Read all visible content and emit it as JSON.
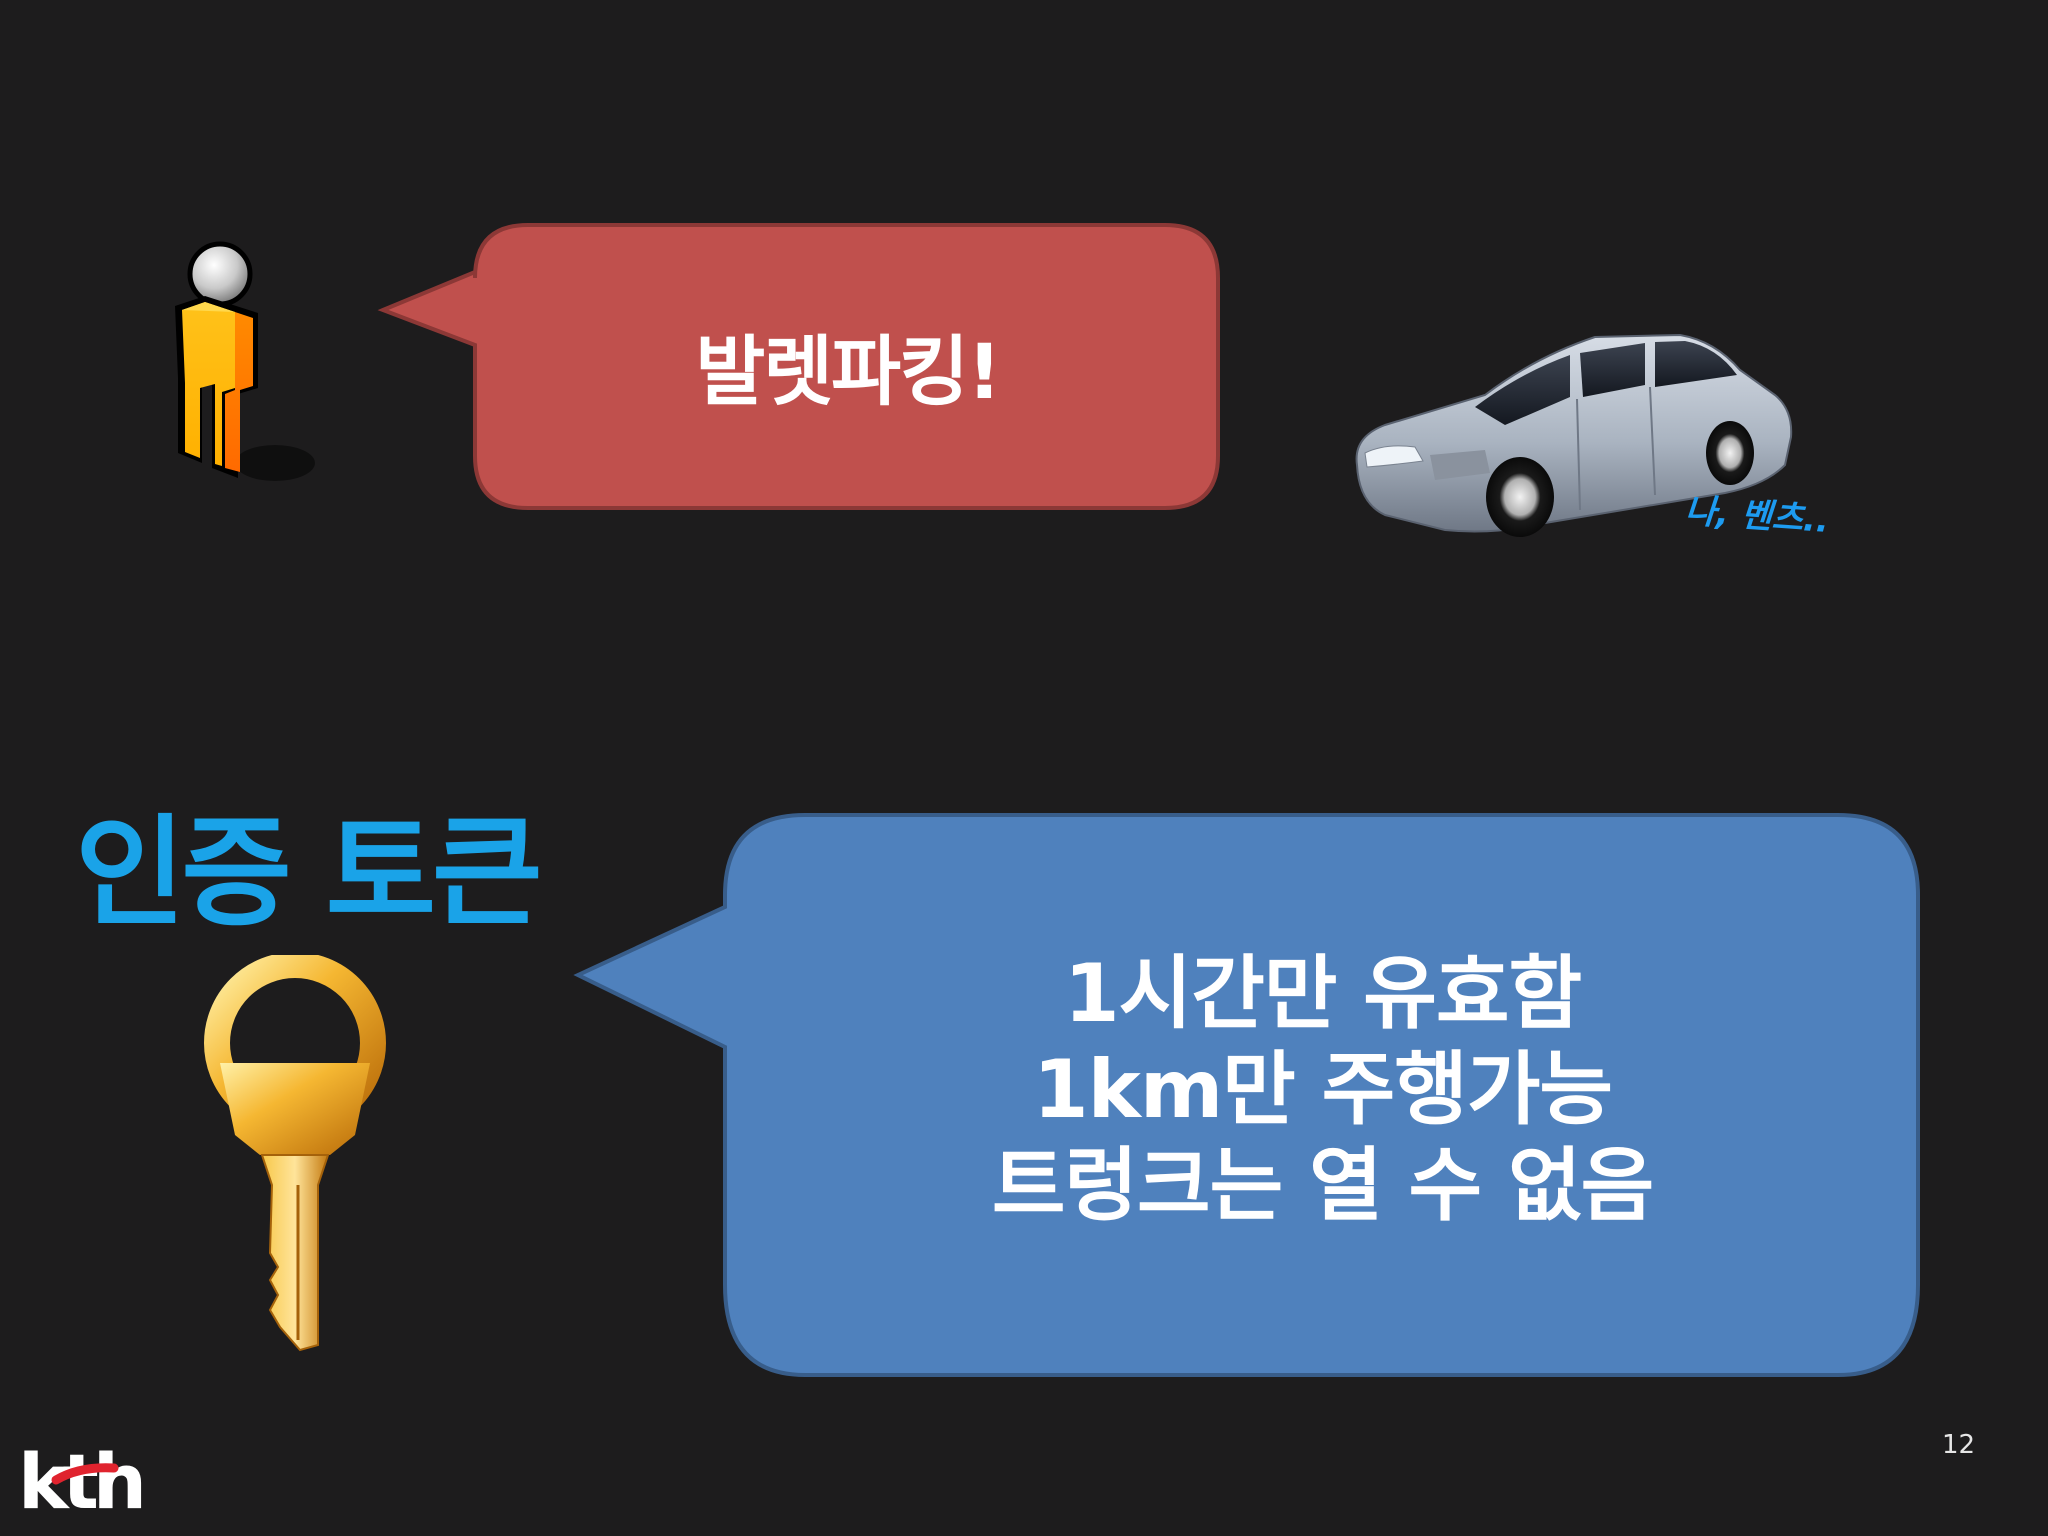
{
  "slide": {
    "valet_bubble": {
      "text": "발렛파킹!"
    },
    "car_caption": "나, 벤츠..",
    "token_title": "인증 토큰",
    "token_bubble": {
      "lines": [
        "1시간만 유효함",
        "1km만 주행가능",
        "트렁크는 열 수 없음"
      ]
    },
    "page_number": "12",
    "logo_text": "kth"
  },
  "icons": {
    "person": "person-icon",
    "car": "car-icon",
    "key": "key-icon",
    "logo": "kth-logo"
  },
  "colors": {
    "background": "#1d1c1d",
    "valet_bubble_fill": "#c0504d",
    "valet_bubble_stroke": "#8c3836",
    "token_bubble_fill": "#4f81bd",
    "token_bubble_stroke": "#385d8a",
    "title_blue": "#1aa3e8",
    "logo_red": "#e0232e"
  }
}
